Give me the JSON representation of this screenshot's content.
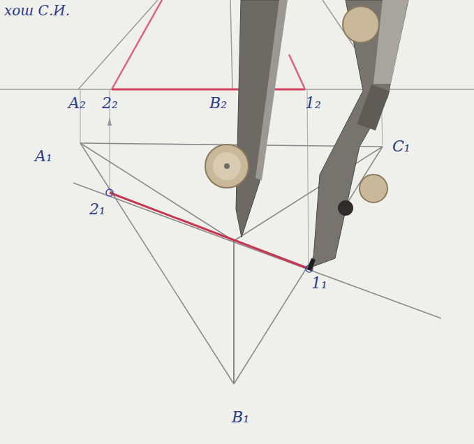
{
  "diagram": {
    "labels": [
      "хош С.И.",
      "A₂",
      "2₂",
      "B₂",
      "1₂",
      "A₁",
      "C₁",
      "2₁",
      "1₁",
      "B₁"
    ]
  }
}
